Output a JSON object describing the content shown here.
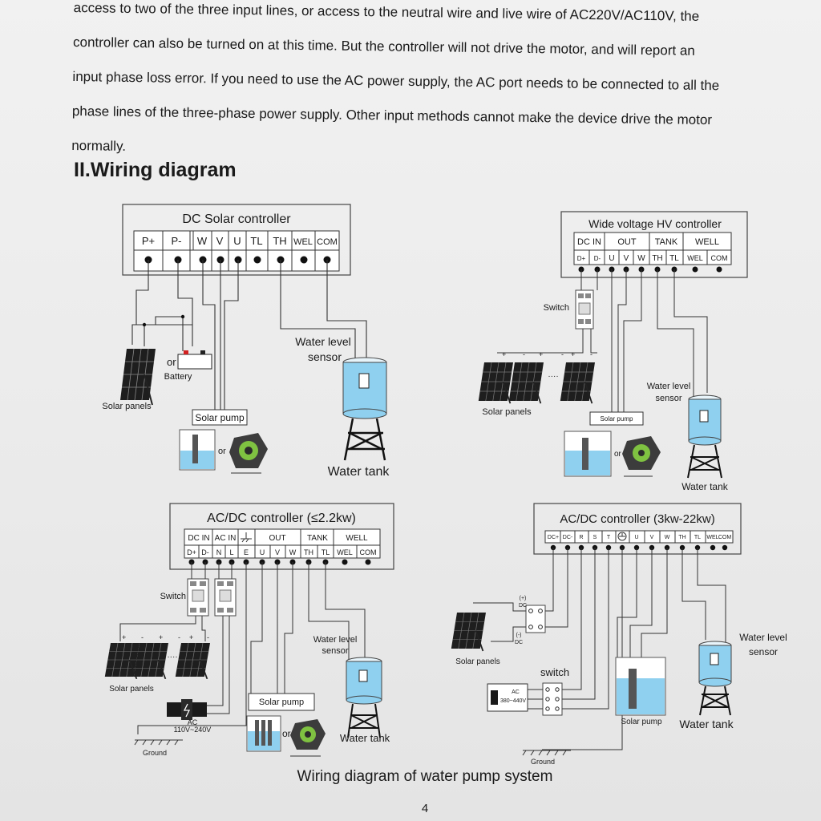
{
  "intro_lines": [
    "access to two of the three input lines, or access to the neutral wire and live wire of AC220V/AC110V, the",
    "controller can also be turned on at this time. But the controller will not drive the motor, and will report an",
    "input phase loss error. If you need to use the AC power supply, the AC port needs to be connected to all the",
    "phase lines of the three-phase power supply. Other input methods cannot make the device drive the motor",
    "normally."
  ],
  "section_heading": "II.Wiring diagram",
  "diagram_dc": {
    "title": "DC Solar controller",
    "terminals": [
      "P+",
      "P-",
      "W",
      "V",
      "U",
      "TL",
      "TH",
      "WEL",
      "COM"
    ],
    "solar_panels": "Solar panels",
    "or": "or",
    "battery": "Battery",
    "solar_pump": "Solar pump",
    "sensor_line1": "Water level",
    "sensor_line2": "sensor",
    "tank": "Water tank"
  },
  "diagram_hv": {
    "title": "Wide voltage HV controller",
    "groups": [
      "DC IN",
      "OUT",
      "TANK",
      "WELL"
    ],
    "terminals": [
      "D+",
      "D-",
      "U",
      "V",
      "W",
      "TH",
      "TL",
      "WEL",
      "COM"
    ],
    "switch": "Switch",
    "solar_panels": "Solar panels",
    "solar_pump": "Solar pump",
    "or": "or",
    "sensor_line1": "Water level",
    "sensor_line2": "sensor",
    "tank": "Water tank",
    "dots": "····"
  },
  "diagram_acdc_small": {
    "title": "AC/DC controller (≤2.2kw)",
    "groups": [
      "DC IN",
      "AC IN",
      "OUT",
      "TANK",
      "WELL"
    ],
    "terminals": [
      "D+",
      "D-",
      "N",
      "L",
      "E",
      "U",
      "V",
      "W",
      "TH",
      "TL",
      "WEL",
      "COM"
    ],
    "switch": "Switch",
    "solar_panels": "Solar panels",
    "ac_label": "AC",
    "ac_voltage": "110V~240V",
    "ground": "Ground",
    "solar_pump": "Solar pump",
    "or": "or",
    "sensor_line1": "Water level",
    "sensor_line2": "sensor",
    "tank": "Water tank",
    "dots": "····"
  },
  "diagram_acdc_large": {
    "title": "AC/DC controller (3kw-22kw)",
    "terminals": [
      "DC+",
      "DC-",
      "R",
      "S",
      "T",
      "U",
      "V",
      "W",
      "TH",
      "TL",
      "WEL",
      "COM"
    ],
    "dc_plus": "(+)",
    "dc_minus": "(-)",
    "dc": "DC",
    "solar_panels": "Solar panels",
    "switch": "switch",
    "ac_label": "AC",
    "ac_voltage": "380~440V",
    "ground": "Ground",
    "solar_pump": "Solar pump",
    "tank": "Water tank",
    "sensor_line1": "Water level",
    "sensor_line2": "sensor"
  },
  "caption": "Wiring diagram of water pump system",
  "page_number": "4",
  "colors": {
    "water": "#8fd0ef",
    "pump_body": "#3c3c3c",
    "pump_green": "#7fc241",
    "panel": "#222222",
    "battery_red": "#d22020"
  }
}
